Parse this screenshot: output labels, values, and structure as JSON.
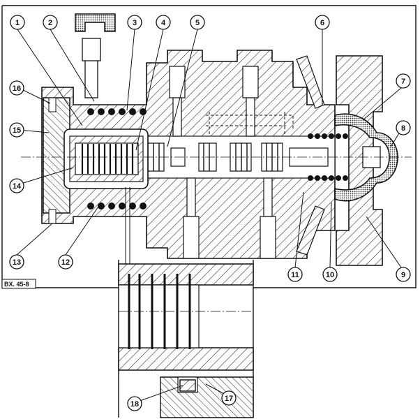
{
  "figure": {
    "code": "BX. 45-8",
    "callouts": [
      {
        "id": "c1",
        "number": "1"
      },
      {
        "id": "c2",
        "number": "2"
      },
      {
        "id": "c3",
        "number": "3"
      },
      {
        "id": "c4",
        "number": "4"
      },
      {
        "id": "c5",
        "number": "5"
      },
      {
        "id": "c6",
        "number": "6"
      },
      {
        "id": "c7",
        "number": "7"
      },
      {
        "id": "c8",
        "number": "8"
      },
      {
        "id": "c9",
        "number": "9"
      },
      {
        "id": "c10",
        "number": "10"
      },
      {
        "id": "c11",
        "number": "11"
      },
      {
        "id": "c12",
        "number": "12"
      },
      {
        "id": "c13",
        "number": "13"
      },
      {
        "id": "c14",
        "number": "14"
      },
      {
        "id": "c15",
        "number": "15"
      },
      {
        "id": "c16",
        "number": "16"
      },
      {
        "id": "c17",
        "number": "17"
      },
      {
        "id": "c18",
        "number": "18"
      }
    ]
  }
}
